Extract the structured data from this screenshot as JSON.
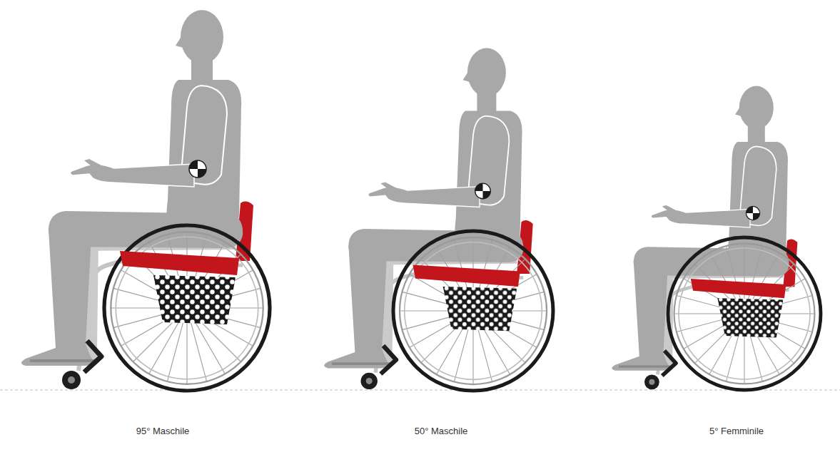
{
  "diagram": {
    "labels": [
      "95° Maschile",
      "50° Maschile",
      "5° Femminile"
    ]
  }
}
